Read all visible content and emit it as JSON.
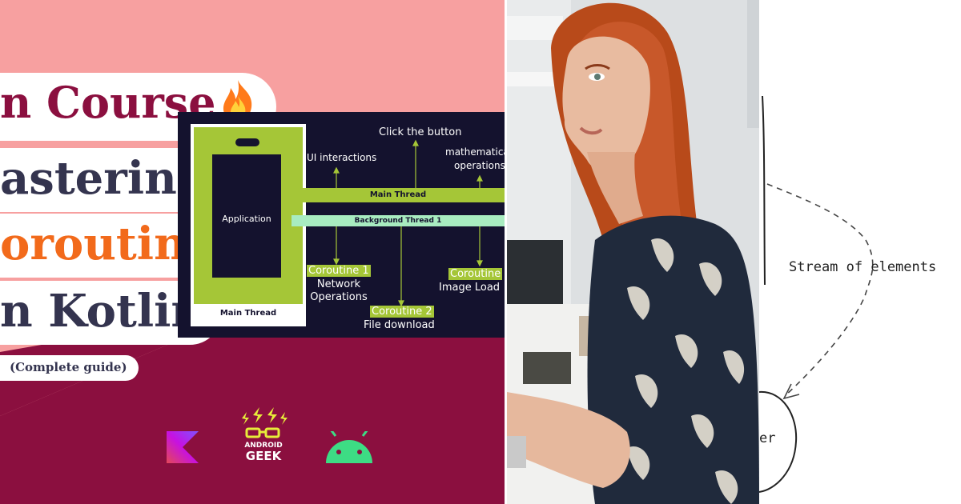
{
  "thumbnail": {
    "title_lines": [
      "n Course",
      "astering",
      "oroutines",
      "n Kotlin"
    ],
    "subtitle": "(Complete guide)",
    "colors": {
      "pink": "#f7a0a0",
      "maroon": "#8b0f3f",
      "navy": "#34344f",
      "orange": "#f26a1b",
      "green": "#a5c637",
      "diagram_bg": "#14122e"
    },
    "diagram": {
      "app_label": "Application",
      "phone_label": "Main Thread",
      "main_thread_label": "Main Thread",
      "background_thread_label": "Background Thread 1",
      "ui_interactions": "UI interactions",
      "click_button": "Click the button",
      "math_ops_1": "mathematica",
      "math_ops_2": "operations",
      "coroutine1_tag": "Coroutine 1",
      "coroutine1_line1": "Network",
      "coroutine1_line2": "Operations",
      "coroutine2_tag": "Coroutine 2",
      "coroutine2_line": "File download",
      "coroutine3_tag": "Coroutine",
      "coroutine3_line": "Image Load"
    },
    "logos": {
      "kotlin": "kotlin-logo",
      "geek_top": "ANDROID",
      "geek_bottom": "GEEK",
      "android": "android-logo"
    }
  },
  "sketch": {
    "label": "Stream of elements",
    "partial_text": "er"
  }
}
